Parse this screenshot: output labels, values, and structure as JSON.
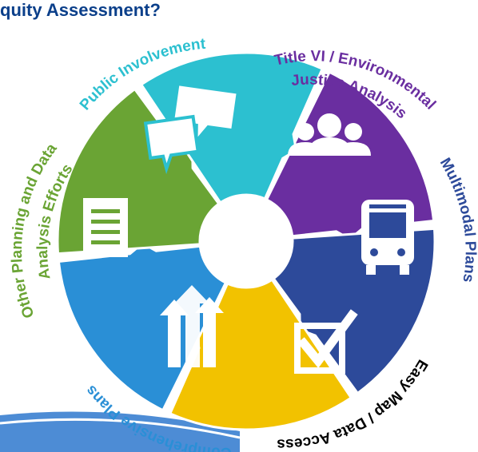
{
  "header": {
    "title": "quity Assessment?"
  },
  "center": {
    "label": ""
  },
  "segments": [
    {
      "key": "title-vi",
      "lines": [
        "Title VI / Environmental",
        "Justice Analysis"
      ],
      "color": "#6a2ea0",
      "label_color": "#6a2ea0",
      "icon": "people-group-icon"
    },
    {
      "key": "multimodal",
      "lines": [
        "Multimodal Plans"
      ],
      "color": "#2d4a9a",
      "label_color": "#2d4a9a",
      "icon": "bus-icon"
    },
    {
      "key": "easy-map",
      "lines": [
        "Easy Map / Data Access"
      ],
      "color": "#f2c200",
      "label_color": "#000000",
      "icon": "checkbox-icon"
    },
    {
      "key": "comprehensive",
      "lines": [
        "Comprehensive Plans"
      ],
      "color": "#2a8fd6",
      "label_color": "#2a8fd6",
      "icon": "arrows-up-icon"
    },
    {
      "key": "other-planning",
      "lines": [
        "Other Planning and Data",
        "Analysis Efforts"
      ],
      "color": "#6aa434",
      "label_color": "#6aa434",
      "icon": "document-icon"
    },
    {
      "key": "public-involvement",
      "lines": [
        "Public Involvement"
      ],
      "color": "#2cc0d0",
      "label_color": "#2cc0d0",
      "icon": "speech-bubbles-icon"
    }
  ],
  "footer_band": {
    "color": "#3a7fd0"
  }
}
